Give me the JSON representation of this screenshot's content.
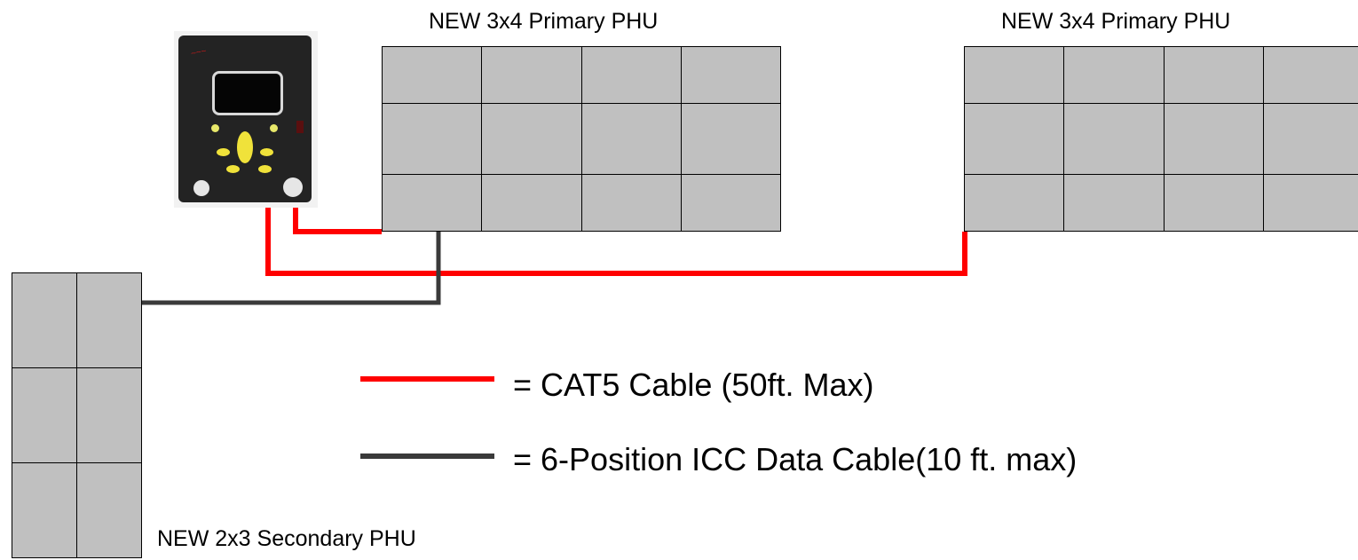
{
  "units": {
    "primary_1": {
      "label": "NEW 3x4 Primary PHU",
      "columns": 4,
      "rows": 3
    },
    "primary_2": {
      "label": "NEW 3x4 Primary PHU",
      "columns": 4,
      "rows": 3
    },
    "secondary": {
      "label": "NEW 2x3 Secondary PHU",
      "columns": 2,
      "rows": 3
    }
  },
  "legend": {
    "cat5": {
      "text": "= CAT5 Cable (50ft. Max)",
      "color": "#ff0000"
    },
    "icc": {
      "text": "= 6-Position ICC Data Cable(10 ft. max)",
      "color": "#3a3a3a"
    }
  },
  "controller": {
    "icon": "controller-device-icon"
  }
}
